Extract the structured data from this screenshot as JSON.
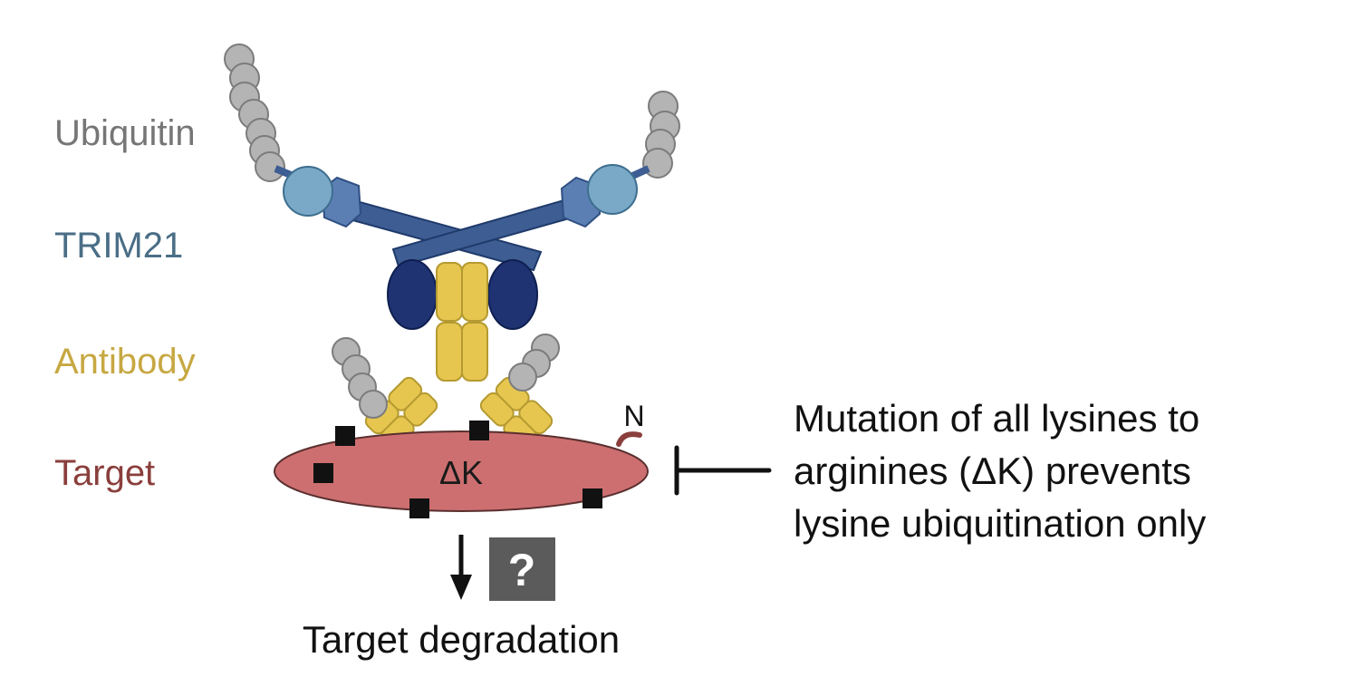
{
  "legend": {
    "ubiquitin": "Ubiquitin",
    "trim21": "TRIM21",
    "antibody": "Antibody",
    "target": "Target"
  },
  "labels": {
    "delta_k": "ΔK",
    "n_terminus": "N",
    "question": "?",
    "degradation": "Target degradation"
  },
  "annotation": {
    "line1": "Mutation of all lysines to",
    "line2": "arginines (ΔK) prevents",
    "line3": "lysine ubiquitination only"
  },
  "colors": {
    "ubiquitin": "#b4b4b4",
    "ubiquitin_text": "#767676",
    "trim21_light": "#79a9c7",
    "trim21_mid": "#5b7fb3",
    "trim21_bar": "#3d5d93",
    "trim21_dark": "#1f3373",
    "trim21_text": "#4a6e86",
    "antibody": "#e7c650",
    "antibody_text": "#c7a842",
    "target": "#cd6f70",
    "target_text": "#8a3f3c",
    "question_box": "#5b5b5b"
  }
}
